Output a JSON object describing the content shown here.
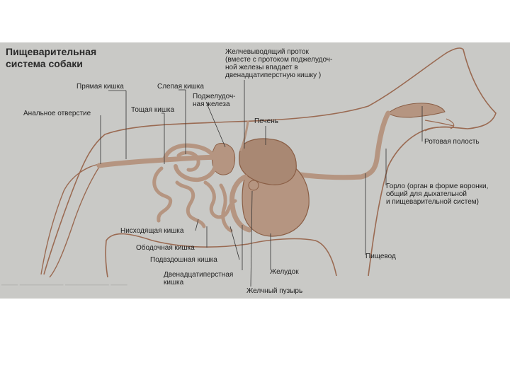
{
  "title": "Пищеварительная\nсистема собаки",
  "colors": {
    "plate_bg": "#c9c9c6",
    "organ_fill": "#b59581",
    "organ_stroke": "#8a5e45",
    "outline": "#9a6a52",
    "leader_line": "#333333"
  },
  "labels": {
    "bile_duct": "Желчевыводящий проток\n(вместе с протоком поджелудоч-\nной железы впадает в\nдвенадцатиперстную кишку )",
    "rectum": "Прямая кишка",
    "cecum": "Слепая кишка",
    "pancreas": "Поджелудоч-\nная железа",
    "anus": "Анальное отверстие",
    "jejunum": "Тощая кишка",
    "liver": "Печень",
    "oral_cavity": "Ротовая полость",
    "throat": "Горло (орган в форме воронки,\nобщий для дыхательной\nи пищеварительной систем)",
    "descending_colon": "Нисходящая кишка",
    "colon": "Ободочная кишка",
    "ileum": "Подвздошная кишка",
    "duodenum": "Двенадцатиперстная\nкишка",
    "stomach": "Желудок",
    "esophagus": "Пищевод",
    "gallbladder": "Желчный пузырь"
  }
}
